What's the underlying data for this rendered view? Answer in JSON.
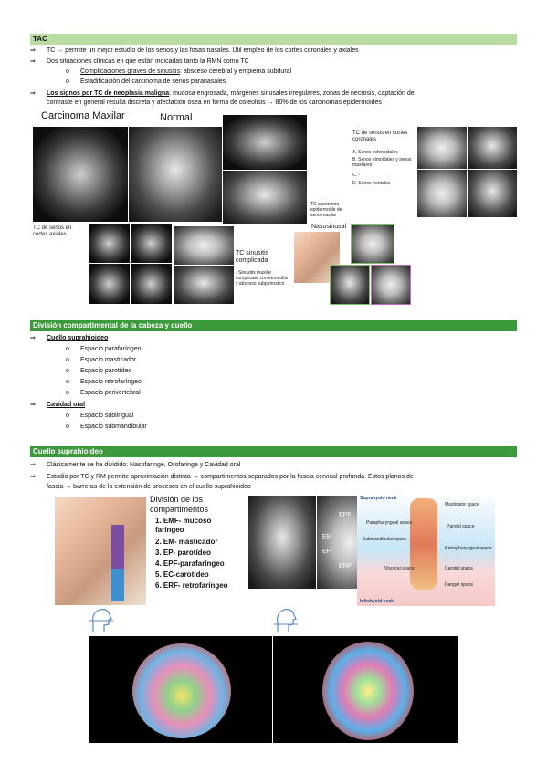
{
  "sections": {
    "tac": {
      "header": "TAC",
      "b1": "TC → permite un mejor estudio de los senos y las fosas nasales. Útil empleo de los cortes coronales y axiales",
      "b2": "Dos situaciones clínicas en que están indicadas tanto la RMN como TC",
      "b2_sub1_u": "Complicaciones graves de sinusitis",
      "b2_sub1_rest": ": absceso cerebral y empiema subdural",
      "b2_sub2": "Estadificación del carcinoma de senos paranasales",
      "b3_u": "Los signos por TC de neoplasia maligna",
      "b3_rest": ": mucosa engrosada, márgenes sinusales irregulares, zonas de necrosis, captación de",
      "b3_line2": "contraste en general resulta discreta y afectación ósea en forma de osteolisis → 80% de los carcinomas epidermoides"
    },
    "division": {
      "header": "División compartimental de la cabeza y cuello",
      "cuello_title": "Cuello suprahioideo",
      "cuello_items": [
        "Espacio parafaríngeo",
        "Espacio masticador",
        "Espacio parotídeo",
        "Espacio retrofaríngeo",
        "Espacio perivertebral"
      ],
      "cavidad_title": "Cavidad oral",
      "cavidad_items": [
        "Espacio sublingual",
        "Espacio submandibular"
      ]
    },
    "suprahioideo": {
      "header": "Cuello suprahioideo",
      "b1": "Clásicamente se ha dividido: Nasofaringe, Orofaringe y Cavidad oral",
      "b2_line1": "Estudio por TC y RM permite aproximación distinta → compartimentos separados por la fascia cervical profunda. Estos planos de",
      "b2_line2": "fascia → barreras de la extensión de procesos en el cuello suprahioideo"
    }
  },
  "images": {
    "carcinoma_caption": "Carcinoma Maxilar",
    "normal_caption": "Normal",
    "tc_senos_coronales_title": "TC de senos en cortes coronales",
    "tc_senos_list": [
      "A.  Senos esfenoidales",
      "B.  Senos etmoidales y senos maxilares",
      "C.  -",
      "D.  Senos frontales"
    ],
    "tc_axiales": "TC de senos en cortes axiales",
    "tc_carcinoma_caption": "TC carcinoma epidermoide de seno maxilar",
    "nasosinusal": "Nasosinusal",
    "tc_sinusitis_title": "TC sinusitis complicada",
    "tc_sinusitis_desc": "- Sinusitis maxilar complicada con etmoiditis y absceso subperiostico"
  },
  "compartments": {
    "title": "División de los compartimentos",
    "items": [
      "1.  EMF- mucoso faríngeo",
      "2.  EM- masticador",
      "3.  EP- parotídeo",
      "4.  EPF-parafaríngeo",
      "5.  EC-carotídeo",
      "6.  ERF- retrofaríngeo"
    ],
    "ct_labels": [
      "EPF",
      "EM",
      "EP",
      "ERF"
    ]
  },
  "neck_diagram": {
    "suprahyoid": "Suprahyoid neck",
    "infrahyoid": "Infrahyoid neck",
    "labels": [
      "Masticator space",
      "Parapharyngeal space",
      "Parotid space",
      "Submandibular space",
      "Retropharyngeal space",
      "Visceral space",
      "Carotid space",
      "Danger space"
    ]
  },
  "colors": {
    "green_bar": "#3d9a3c",
    "light_green": "#b9dca3"
  }
}
